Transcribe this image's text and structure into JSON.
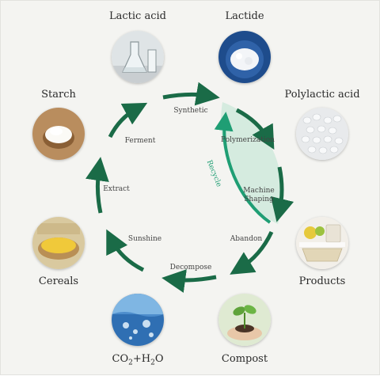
{
  "nodes": {
    "lactic_acid": {
      "label": "Lactic acid",
      "icon": "lab-flask-icon"
    },
    "lactide": {
      "label": "Lactide",
      "icon": "white-powder-icon"
    },
    "polylactic_acid": {
      "label": "Polylactic acid",
      "icon": "pellets-icon"
    },
    "products": {
      "label": "Products",
      "icon": "packaging-products-icon"
    },
    "compost": {
      "label": "Compost",
      "icon": "seedling-in-hands-icon"
    },
    "co2_h2o": {
      "label_main": "CO",
      "label_sub1": "2",
      "label_plus": "+H",
      "label_sub2": "2",
      "label_end": "O",
      "icon": "water-bubbles-icon"
    },
    "cereals": {
      "label": "Cereals",
      "icon": "corn-grain-icon"
    },
    "starch": {
      "label": "Starch",
      "icon": "starch-spoon-icon"
    }
  },
  "steps": {
    "synthetic": "Synthetic",
    "polymerization": "Polymerization",
    "machine_shaping_1": "Machine",
    "machine_shaping_2": "Shaping",
    "abandon": "Abandon",
    "decompose": "Decompose",
    "sunshine": "Sunshine",
    "extract": "Extract",
    "ferment": "Ferment",
    "recycle": "Recycle"
  },
  "colors": {
    "arrow": "#1a6b47",
    "recycle": "#1f9e74",
    "leaf_fill": "#cfe9dc",
    "background": "#f4f4f1"
  }
}
